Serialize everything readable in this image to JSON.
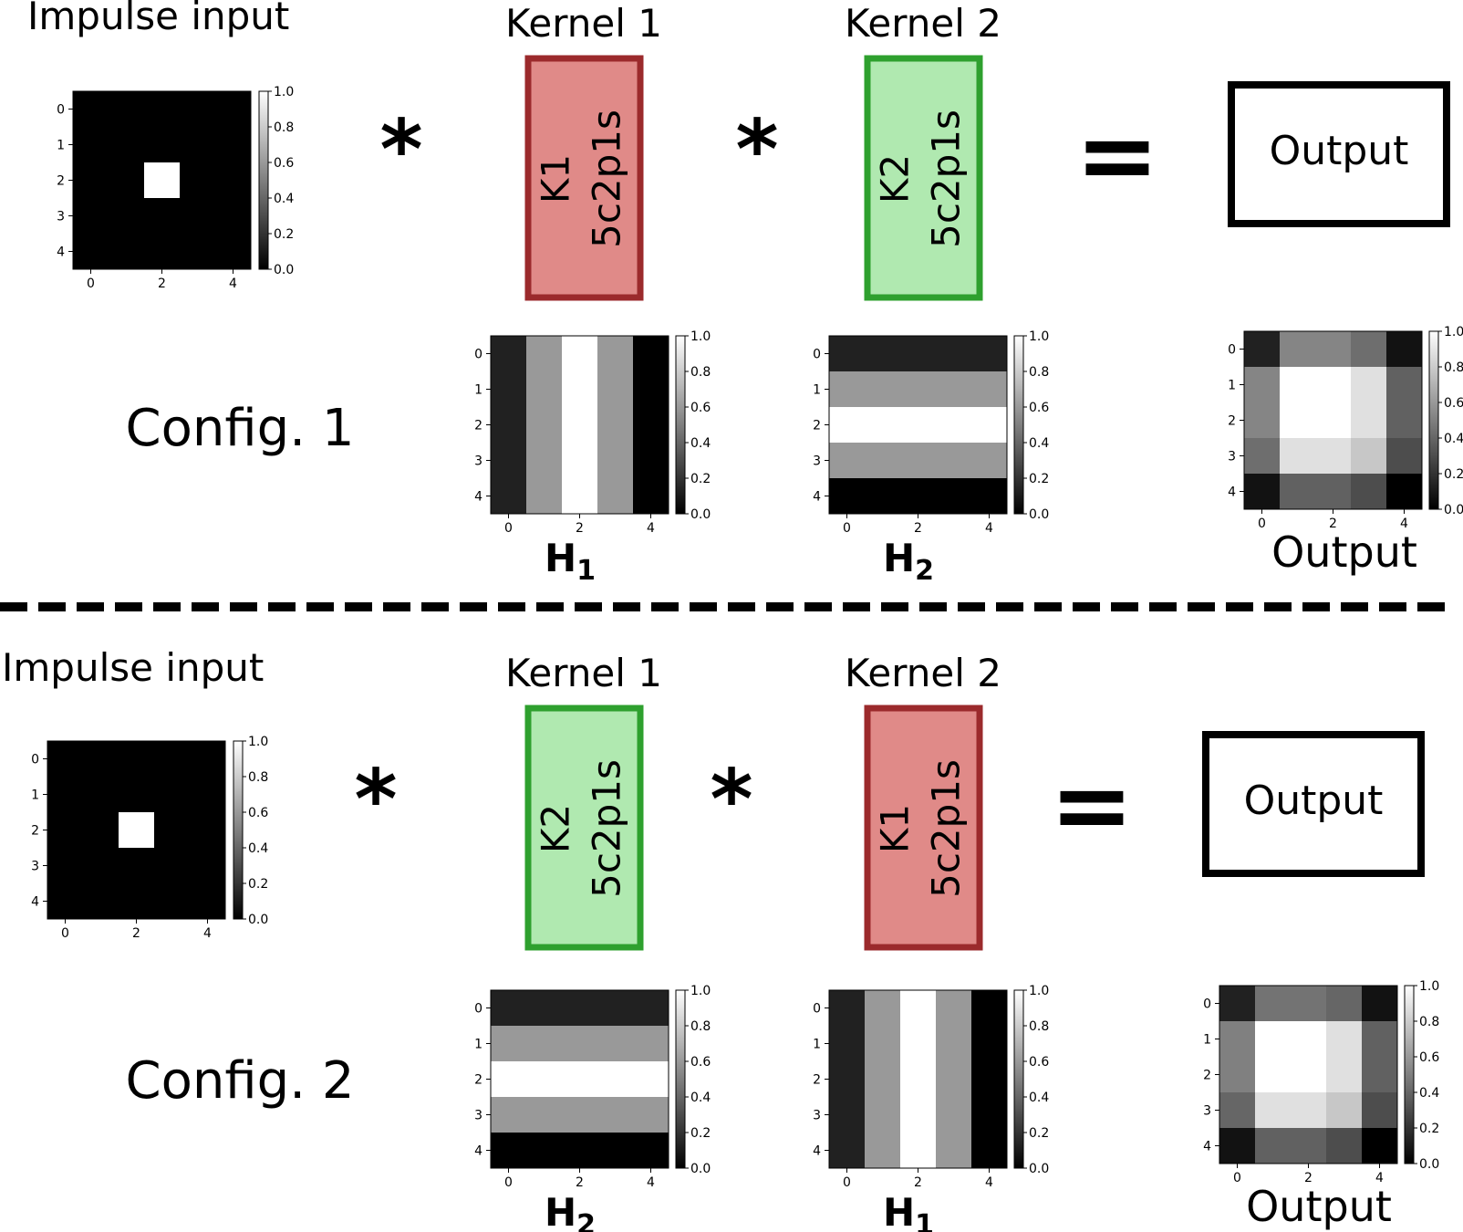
{
  "colors": {
    "k1_fill": "#e08a88",
    "k1_stroke": "#9b2a2c",
    "k2_fill": "#b0e9b0",
    "k2_stroke": "#2ea02e",
    "divider": "#000000"
  },
  "operators": {
    "convolve": "*",
    "equals": "="
  },
  "colorbar_ticks": [
    "0.0",
    "0.2",
    "0.4",
    "0.6",
    "0.8",
    "1.0"
  ],
  "axis_ticks": {
    "y": [
      "0",
      "1",
      "2",
      "3",
      "4"
    ],
    "x": [
      "0",
      "2",
      "4"
    ]
  },
  "configs": [
    {
      "label": "Config. 1",
      "input_title": "Impulse input",
      "kernel_a": {
        "title": "Kernel 1",
        "line1": "K1",
        "line2": "5c2p1s",
        "color": "k1",
        "heatmap_label": {
          "letter": "H",
          "sub": "1"
        }
      },
      "kernel_b": {
        "title": "Kernel 2",
        "line1": "K2",
        "line2": "5c2p1s",
        "color": "k2",
        "heatmap_label": {
          "letter": "H",
          "sub": "2"
        }
      },
      "output_box_label": "Output",
      "output_heatmap_label": "Output"
    },
    {
      "label": "Config. 2",
      "input_title": "Impulse input",
      "kernel_a": {
        "title": "Kernel 1",
        "line1": "K2",
        "line2": "5c2p1s",
        "color": "k2",
        "heatmap_label": {
          "letter": "H",
          "sub": "2"
        }
      },
      "kernel_b": {
        "title": "Kernel 2",
        "line1": "K1",
        "line2": "5c2p1s",
        "color": "k1",
        "heatmap_label": {
          "letter": "H",
          "sub": "1"
        }
      },
      "output_box_label": "Output",
      "output_heatmap_label": "Output"
    }
  ],
  "chart_data": [
    {
      "type": "heatmap",
      "series_name": "impulse-input-config-1",
      "values": [
        [
          0,
          0,
          0,
          0,
          0
        ],
        [
          0,
          0,
          0,
          0,
          0
        ],
        [
          0,
          0,
          1,
          0,
          0
        ],
        [
          0,
          0,
          0,
          0,
          0
        ],
        [
          0,
          0,
          0,
          0,
          0
        ]
      ],
      "vmin": 0,
      "vmax": 1
    },
    {
      "type": "heatmap",
      "series_name": "h1-config-1",
      "values": [
        [
          0.13,
          0.6,
          1,
          0.6,
          0
        ],
        [
          0.13,
          0.6,
          1,
          0.6,
          0
        ],
        [
          0.13,
          0.6,
          1,
          0.6,
          0
        ],
        [
          0.13,
          0.6,
          1,
          0.6,
          0
        ],
        [
          0.13,
          0.6,
          1,
          0.6,
          0
        ]
      ],
      "vmin": 0,
      "vmax": 1
    },
    {
      "type": "heatmap",
      "series_name": "h2-config-1",
      "values": [
        [
          0.13,
          0.13,
          0.13,
          0.13,
          0.13
        ],
        [
          0.6,
          0.6,
          0.6,
          0.6,
          0.6
        ],
        [
          1,
          1,
          1,
          1,
          1
        ],
        [
          0.6,
          0.6,
          0.6,
          0.6,
          0.6
        ],
        [
          0,
          0,
          0,
          0,
          0
        ]
      ],
      "vmin": 0,
      "vmax": 1
    },
    {
      "type": "heatmap",
      "series_name": "output-config-1",
      "values": [
        [
          0.13,
          0.52,
          0.52,
          0.43,
          0.07
        ],
        [
          0.52,
          1,
          1,
          0.88,
          0.38
        ],
        [
          0.52,
          1,
          1,
          0.88,
          0.38
        ],
        [
          0.43,
          0.88,
          0.88,
          0.78,
          0.3
        ],
        [
          0.07,
          0.38,
          0.38,
          0.3,
          0
        ]
      ],
      "vmin": 0,
      "vmax": 1
    },
    {
      "type": "heatmap",
      "series_name": "impulse-input-config-2",
      "values": [
        [
          0,
          0,
          0,
          0,
          0
        ],
        [
          0,
          0,
          0,
          0,
          0
        ],
        [
          0,
          0,
          1,
          0,
          0
        ],
        [
          0,
          0,
          0,
          0,
          0
        ],
        [
          0,
          0,
          0,
          0,
          0
        ]
      ],
      "vmin": 0,
      "vmax": 1
    },
    {
      "type": "heatmap",
      "series_name": "h2-config-2",
      "values": [
        [
          0.13,
          0.13,
          0.13,
          0.13,
          0.13
        ],
        [
          0.6,
          0.6,
          0.6,
          0.6,
          0.6
        ],
        [
          1,
          1,
          1,
          1,
          1
        ],
        [
          0.6,
          0.6,
          0.6,
          0.6,
          0.6
        ],
        [
          0,
          0,
          0,
          0,
          0
        ]
      ],
      "vmin": 0,
      "vmax": 1
    },
    {
      "type": "heatmap",
      "series_name": "h1-config-2",
      "values": [
        [
          0.13,
          0.6,
          1,
          0.6,
          0
        ],
        [
          0.13,
          0.6,
          1,
          0.6,
          0
        ],
        [
          0.13,
          0.6,
          1,
          0.6,
          0
        ],
        [
          0.13,
          0.6,
          1,
          0.6,
          0
        ],
        [
          0.13,
          0.6,
          1,
          0.6,
          0
        ]
      ],
      "vmin": 0,
      "vmax": 1
    },
    {
      "type": "heatmap",
      "series_name": "output-config-2",
      "values": [
        [
          0.13,
          0.45,
          0.45,
          0.4,
          0.07
        ],
        [
          0.5,
          1,
          1,
          0.88,
          0.38
        ],
        [
          0.5,
          1,
          1,
          0.88,
          0.38
        ],
        [
          0.4,
          0.88,
          0.88,
          0.78,
          0.3
        ],
        [
          0.07,
          0.38,
          0.38,
          0.3,
          0
        ]
      ],
      "vmin": 0,
      "vmax": 1
    }
  ]
}
